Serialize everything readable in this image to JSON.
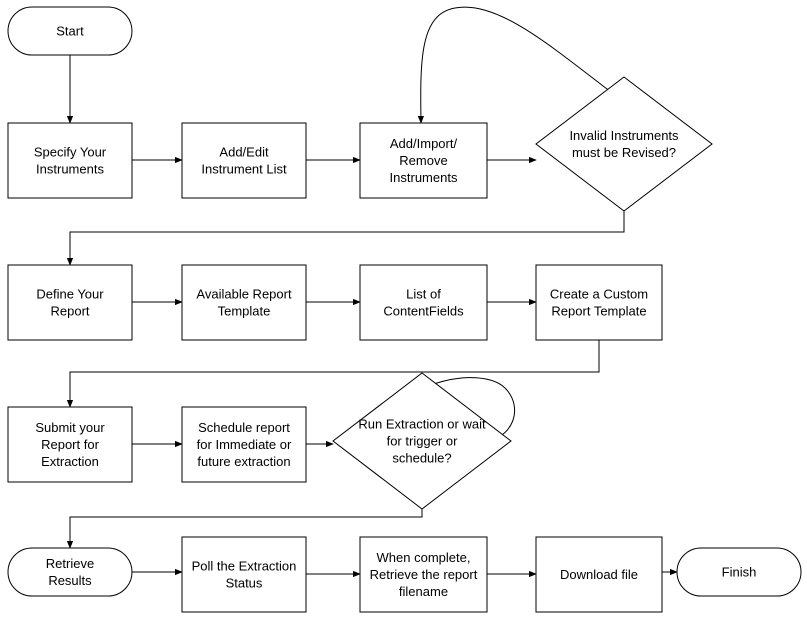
{
  "diagram": {
    "nodes": [
      {
        "id": "start",
        "shape": "terminal",
        "lines": [
          "Start"
        ]
      },
      {
        "id": "specify",
        "shape": "process",
        "lines": [
          "Specify Your",
          "Instruments"
        ]
      },
      {
        "id": "addedit",
        "shape": "process",
        "lines": [
          "Add/Edit",
          "Instrument List"
        ]
      },
      {
        "id": "addimport",
        "shape": "process",
        "lines": [
          "Add/Import/",
          "Remove",
          "Instruments"
        ]
      },
      {
        "id": "invalid",
        "shape": "decision",
        "lines": [
          "Invalid Instruments",
          "must be Revised?"
        ]
      },
      {
        "id": "define",
        "shape": "process",
        "lines": [
          "Define Your",
          "Report"
        ]
      },
      {
        "id": "available",
        "shape": "process",
        "lines": [
          "Available Report",
          "Template"
        ]
      },
      {
        "id": "listcf",
        "shape": "process",
        "lines": [
          "List of",
          "ContentFields"
        ]
      },
      {
        "id": "custom",
        "shape": "process",
        "lines": [
          "Create a Custom",
          "Report Template"
        ]
      },
      {
        "id": "submit",
        "shape": "process",
        "lines": [
          "Submit your",
          "Report for",
          "Extraction"
        ]
      },
      {
        "id": "schedule",
        "shape": "process",
        "lines": [
          "Schedule report",
          "for Immediate or",
          "future extraction"
        ]
      },
      {
        "id": "runext",
        "shape": "decision",
        "lines": [
          "Run Extraction or wait",
          "for trigger or",
          "schedule?"
        ]
      },
      {
        "id": "retrieve",
        "shape": "terminal",
        "lines": [
          "Retrieve",
          "Results"
        ]
      },
      {
        "id": "poll",
        "shape": "process",
        "lines": [
          "Poll the Extraction",
          "Status"
        ]
      },
      {
        "id": "whencomplete",
        "shape": "process",
        "lines": [
          "When complete,",
          "Retrieve the report",
          "filename"
        ]
      },
      {
        "id": "download",
        "shape": "process",
        "lines": [
          "Download file"
        ]
      },
      {
        "id": "finish",
        "shape": "terminal",
        "lines": [
          "Finish"
        ]
      }
    ],
    "edges": [
      {
        "from": "start",
        "to": "specify"
      },
      {
        "from": "specify",
        "to": "addedit"
      },
      {
        "from": "addedit",
        "to": "addimport"
      },
      {
        "from": "addimport",
        "to": "invalid"
      },
      {
        "from": "invalid",
        "to": "addimport"
      },
      {
        "from": "invalid",
        "to": "define"
      },
      {
        "from": "define",
        "to": "available"
      },
      {
        "from": "available",
        "to": "listcf"
      },
      {
        "from": "listcf",
        "to": "custom"
      },
      {
        "from": "custom",
        "to": "submit"
      },
      {
        "from": "submit",
        "to": "schedule"
      },
      {
        "from": "schedule",
        "to": "runext"
      },
      {
        "from": "runext",
        "to": "runext"
      },
      {
        "from": "runext",
        "to": "retrieve"
      },
      {
        "from": "retrieve",
        "to": "poll"
      },
      {
        "from": "poll",
        "to": "whencomplete"
      },
      {
        "from": "whencomplete",
        "to": "download"
      },
      {
        "from": "download",
        "to": "finish"
      }
    ]
  }
}
